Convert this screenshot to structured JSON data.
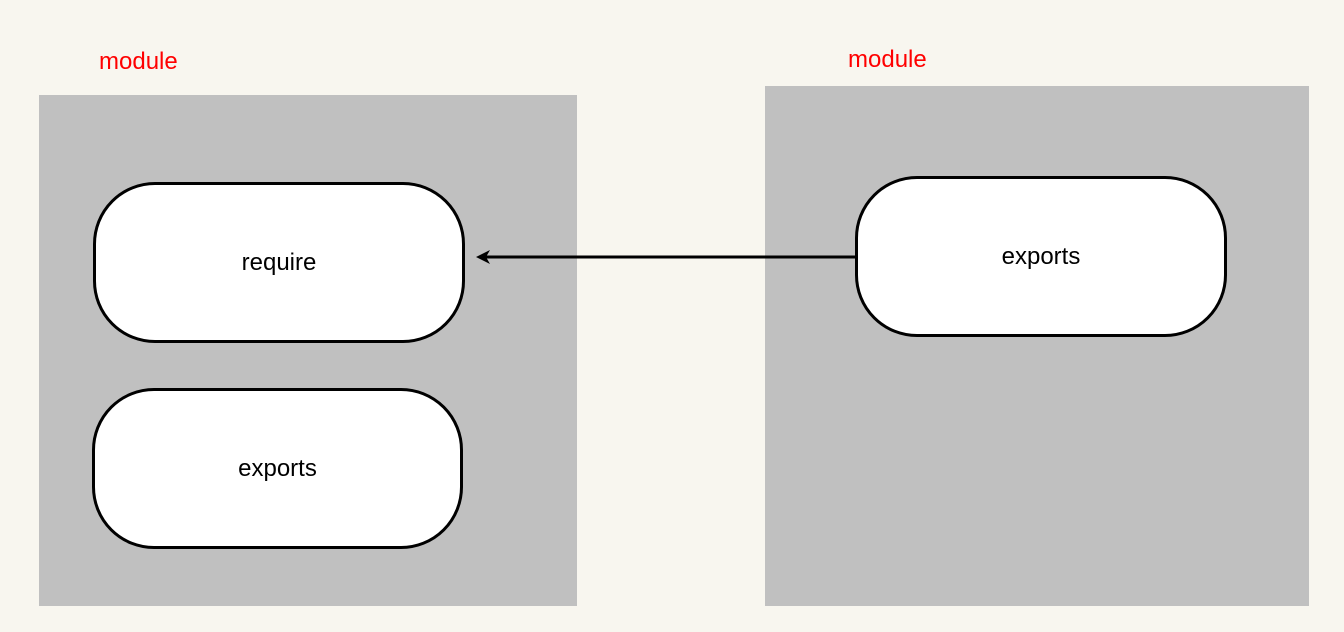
{
  "modules": [
    {
      "label": "module",
      "nodes": [
        "require",
        "exports"
      ]
    },
    {
      "label": "module",
      "nodes": [
        "exports"
      ]
    }
  ],
  "colors": {
    "background": "#f8f6ef",
    "module_fill": "#c0c0c0",
    "module_label": "#ff0000",
    "node_fill": "#ffffff",
    "node_stroke": "#000000",
    "arrow": "#000000"
  },
  "edges": [
    {
      "from": "modules.1.nodes.0",
      "to": "modules.0.nodes.0",
      "style": "solid-arrow"
    }
  ]
}
